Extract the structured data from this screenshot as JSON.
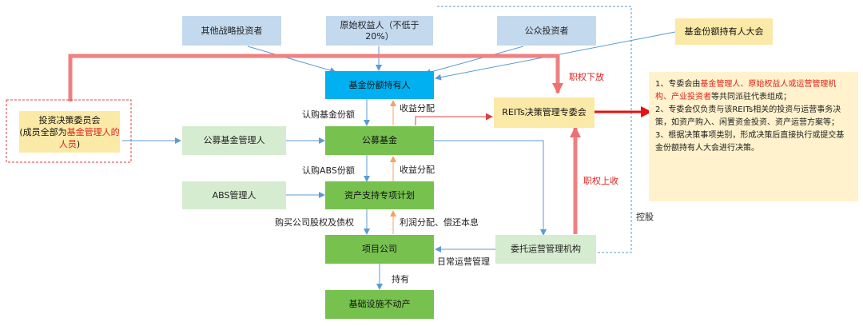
{
  "nodes": {
    "other_investors": "其他战略投资者",
    "original_owner": "原始权益人（不低于20%）",
    "public_investors": "公众投资者",
    "holders_meeting": "基金份额持有人大会",
    "fund_holders": "基金份额持有人",
    "investment_committee_title": "投资决策委员会",
    "investment_committee_pre": "(成员全部为",
    "investment_committee_hl": "基金管理人的人员",
    "investment_committee_post": ")",
    "public_fund_manager": "公募基金管理人",
    "public_fund": "公募基金",
    "reits_committee": "REITs决策管理专委会",
    "abs_manager": "ABS管理人",
    "abs_plan": "资产支持专项计划",
    "project_company": "项目公司",
    "operator": "委托运营管理机构",
    "infrastructure": "基础设施不动产"
  },
  "edge_labels": {
    "subscribe_fund": "认购基金份额",
    "income_dist_1": "收益分配",
    "subscribe_abs": "认购ABS份额",
    "income_dist_2": "收益分配",
    "buy_equity": "购买公司股权及债权",
    "profit_dist": "利润分配、偿还本息",
    "daily_ops": "日常运营管理",
    "hold": "持有",
    "control": "控股",
    "delegate_down": "职权下放",
    "delegate_up": "职权上收"
  },
  "note": {
    "item1_a": "1、专委会由",
    "item1_b": "基金管理人、原始权益人或运营管理机构、产业投资者",
    "item1_c": "等共同派驻代表组成；",
    "item2": "2、专委会仅负责与该REITs相关的投资与运营事务决策，如资产购入、闲置资金投资、资产运营方案等；",
    "item3": "3、根据决策事项类别，形成决策后直接执行或提交基金份额持有人大会进行决策。"
  },
  "colors": {
    "light_blue": "#c3d9ee",
    "cyan": "#00b0f0",
    "dark_green": "#77c14f",
    "light_green": "#d6ecd0",
    "yellow": "#fbe9a7",
    "note_bg": "#fff2cc",
    "red_line": "#f08080",
    "red_text": "#e02020",
    "blue_line": "#5b9bd5",
    "orange_line": "#f4a460"
  }
}
